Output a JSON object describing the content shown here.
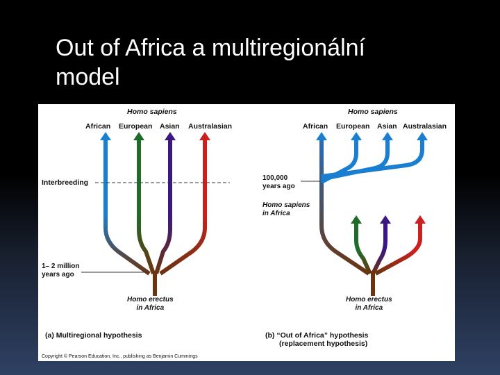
{
  "slide": {
    "title_line1": "Out of Africa a multiregionální",
    "title_line2": "model"
  },
  "panel_a": {
    "species": "Homo sapiens",
    "populations": [
      "African",
      "European",
      "Asian",
      "Australasian"
    ],
    "interbreeding": "Interbreeding",
    "time_line1": "1– 2 million",
    "time_line2": "years ago",
    "ancestor_line1": "Homo erectus",
    "ancestor_line2": "in Africa",
    "caption": "(a) Multiregional hypothesis"
  },
  "panel_b": {
    "species": "Homo sapiens",
    "populations": [
      "African",
      "European",
      "Asian",
      "Australasian"
    ],
    "time_line1": "100,000",
    "time_line2": "years ago",
    "sapiens_africa_line1": "Homo sapiens",
    "sapiens_africa_line2": "in Africa",
    "ancestor_line1": "Homo erectus",
    "ancestor_line2": "in Africa",
    "caption_line1": "(b) “Out of Africa” hypothesis",
    "caption_line2": "(replacement hypothesis)"
  },
  "copyright": "Copyright © Pearson Education, Inc., publishing as Benjamin Cummings",
  "colors": {
    "african": "#1a7fd0",
    "european": "#1f6b2a",
    "asian": "#3b1780",
    "australasian": "#cc1f1f",
    "erectus": "#6b3410"
  }
}
